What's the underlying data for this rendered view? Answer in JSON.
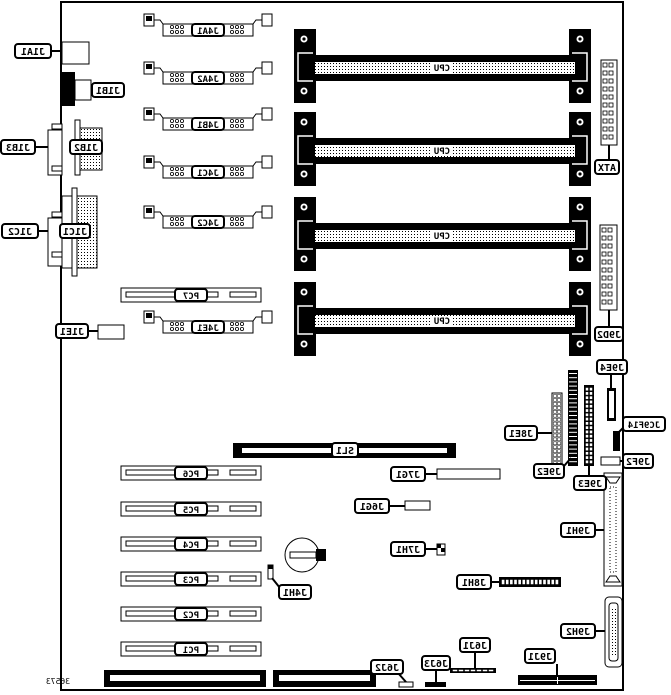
{
  "diagram": {
    "title": "Motherboard component layout",
    "figure_number": "36573",
    "mirrored": true,
    "colors": {
      "ink": "#000000",
      "paper": "#ffffff",
      "dither": "#808080"
    }
  },
  "labels": {
    "j1a1": "J1A1",
    "j1b1": "J1B1",
    "j1b2": "J1B2",
    "j1b3": "J1B3",
    "j1c1": "J1C1",
    "j1c2": "J1C2",
    "j1e1": "J1E1",
    "j4a1": "J4A1",
    "j4a2": "J4A2",
    "j4b1": "J4B1",
    "j4c1": "J4C1",
    "j4c2": "J4C2",
    "j4e1": "J4E1",
    "j4h1": "J4H1",
    "pc7": "PC7",
    "pc6": "PC6",
    "pc5": "PC5",
    "pc4": "PC4",
    "pc3": "PC3",
    "pc2": "PC2",
    "pc1": "PC1",
    "cpu1": "CPU",
    "cpu2": "CPU",
    "cpu3": "CPU",
    "cpu4": "CPU",
    "atx": "ATX",
    "j9d2": "J9D2",
    "j9e4": "J9E4",
    "j8e1": "J8E1",
    "jc9f14": "JC9F14",
    "j9f2": "J9F2",
    "j9e2": "J9E2",
    "j9e3": "J9E3",
    "sl1": "SL1",
    "j7g1": "J7G1",
    "j6g1": "J6G1",
    "j7h1": "J7H1",
    "j8h1": "J8H1",
    "j9h1": "J9H1",
    "j9h2": "J9H2",
    "j9j1": "J9J1",
    "j6j1": "J6J1",
    "j6j3": "J6J3",
    "j6j2": "J6J2"
  }
}
